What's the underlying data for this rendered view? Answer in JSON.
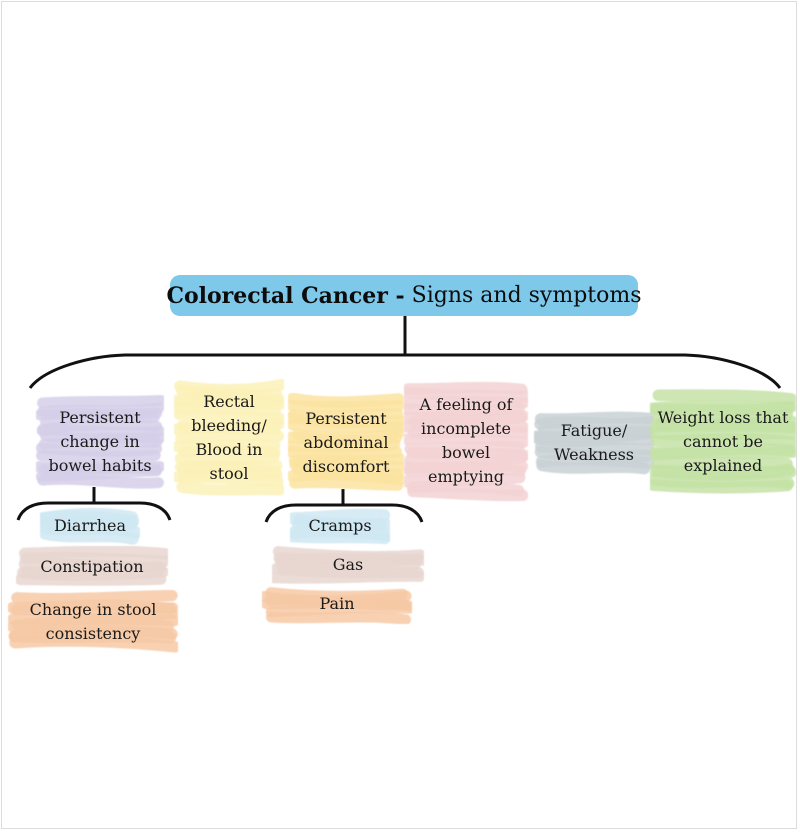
{
  "title": {
    "bold": "Colorectal Cancer - ",
    "normal": "Signs and symptoms"
  },
  "symptoms": [
    {
      "label": "Persistent change in bowel habits",
      "color": "#d6cfe9"
    },
    {
      "label": "Rectal bleeding/ Blood in stool",
      "color": "#fbf1b8"
    },
    {
      "label": "Persistent abdominal discomfort",
      "color": "#fbe3a0"
    },
    {
      "label": "A feeling of incomplete bowel emptying",
      "color": "#f3d2d3"
    },
    {
      "label": "Fatigue/ Weakness",
      "color": "#c9d1d6"
    },
    {
      "label": "Weight loss that cannot be explained",
      "color": "#c4e2a6"
    }
  ],
  "bowel_changes": [
    {
      "label": "Diarrhea",
      "color": "#cfe8f2"
    },
    {
      "label": "Constipation",
      "color": "#e8d6d0"
    },
    {
      "label": "Change in stool consistency",
      "color": "#f7c9a6"
    }
  ],
  "discomfort_types": [
    {
      "label": "Cramps",
      "color": "#cfe8f2"
    },
    {
      "label": "Gas",
      "color": "#e8d6d0"
    },
    {
      "label": "Pain",
      "color": "#f7c9a6"
    }
  ],
  "colors": {
    "title_bg": "#7ec8ea",
    "line": "#111111"
  }
}
